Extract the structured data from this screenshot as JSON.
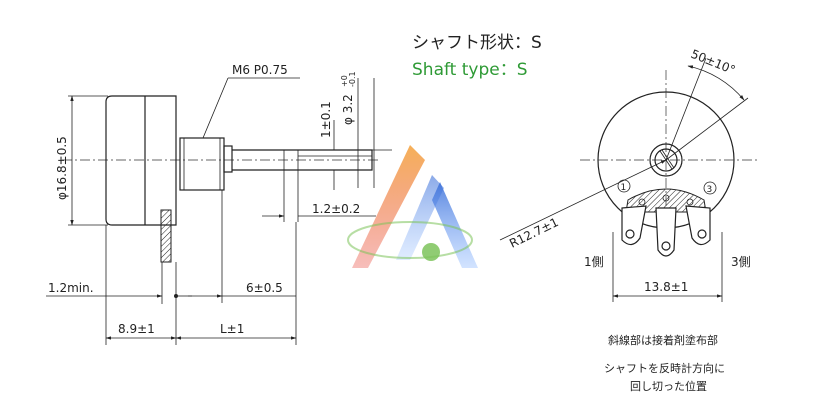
{
  "title": {
    "jp": "シャフト形状：S",
    "en": "Shaft type：S"
  },
  "side_view": {
    "thread": "M6 P0.75",
    "body_dia": "φ16.8±0.5",
    "shaft_flat": "1±0.1",
    "shaft_dia": "φ 3.2",
    "shaft_dia_tol_upper": "+0",
    "shaft_dia_tol_lower": "-0.1",
    "slot_len": "1.2±0.2",
    "min_len": "1.2min.",
    "bush_len": "6±0.5",
    "body_len": "8.9±1",
    "shaft_len": "L±1"
  },
  "front_view": {
    "angle": "50±10°",
    "radius": "R12.7±1",
    "terminal_pitch": "13.8±1",
    "term1_mark": "1",
    "term3_mark": "3",
    "term1_side": "1側",
    "term3_side": "3側"
  },
  "notes": {
    "hatch": "斜線部は接着剤塗布部",
    "rotation_line1": "シャフトを反時計方向に",
    "rotation_line2": "回し切った位置"
  },
  "colors": {
    "title_en": "#2e9a35",
    "watermark_red": "#e8463c",
    "watermark_blue": "#3b6fd8",
    "watermark_green": "#7cc35a"
  }
}
